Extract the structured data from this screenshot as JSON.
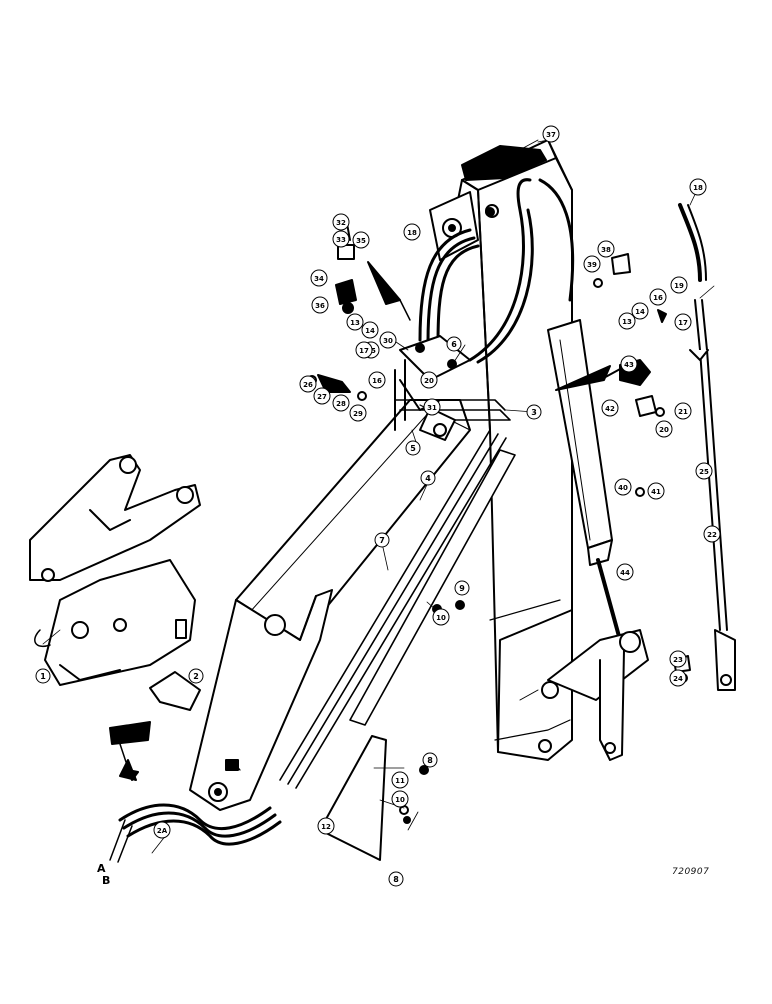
{
  "drawing_number": "720907",
  "callouts": [
    "1",
    "2",
    "2A",
    "3",
    "4",
    "5",
    "6",
    "7",
    "8",
    "8",
    "9",
    "10",
    "10",
    "11",
    "12",
    "13",
    "13",
    "14",
    "14",
    "15",
    "16",
    "16",
    "17",
    "17",
    "18",
    "18",
    "19",
    "20",
    "20",
    "21",
    "22",
    "23",
    "24",
    "25",
    "26",
    "27",
    "28",
    "29",
    "30",
    "31",
    "32",
    "33",
    "34",
    "35",
    "36",
    "37",
    "38",
    "39",
    "40",
    "41",
    "42",
    "43",
    "44"
  ],
  "hose_ends": [
    "A",
    "B"
  ]
}
